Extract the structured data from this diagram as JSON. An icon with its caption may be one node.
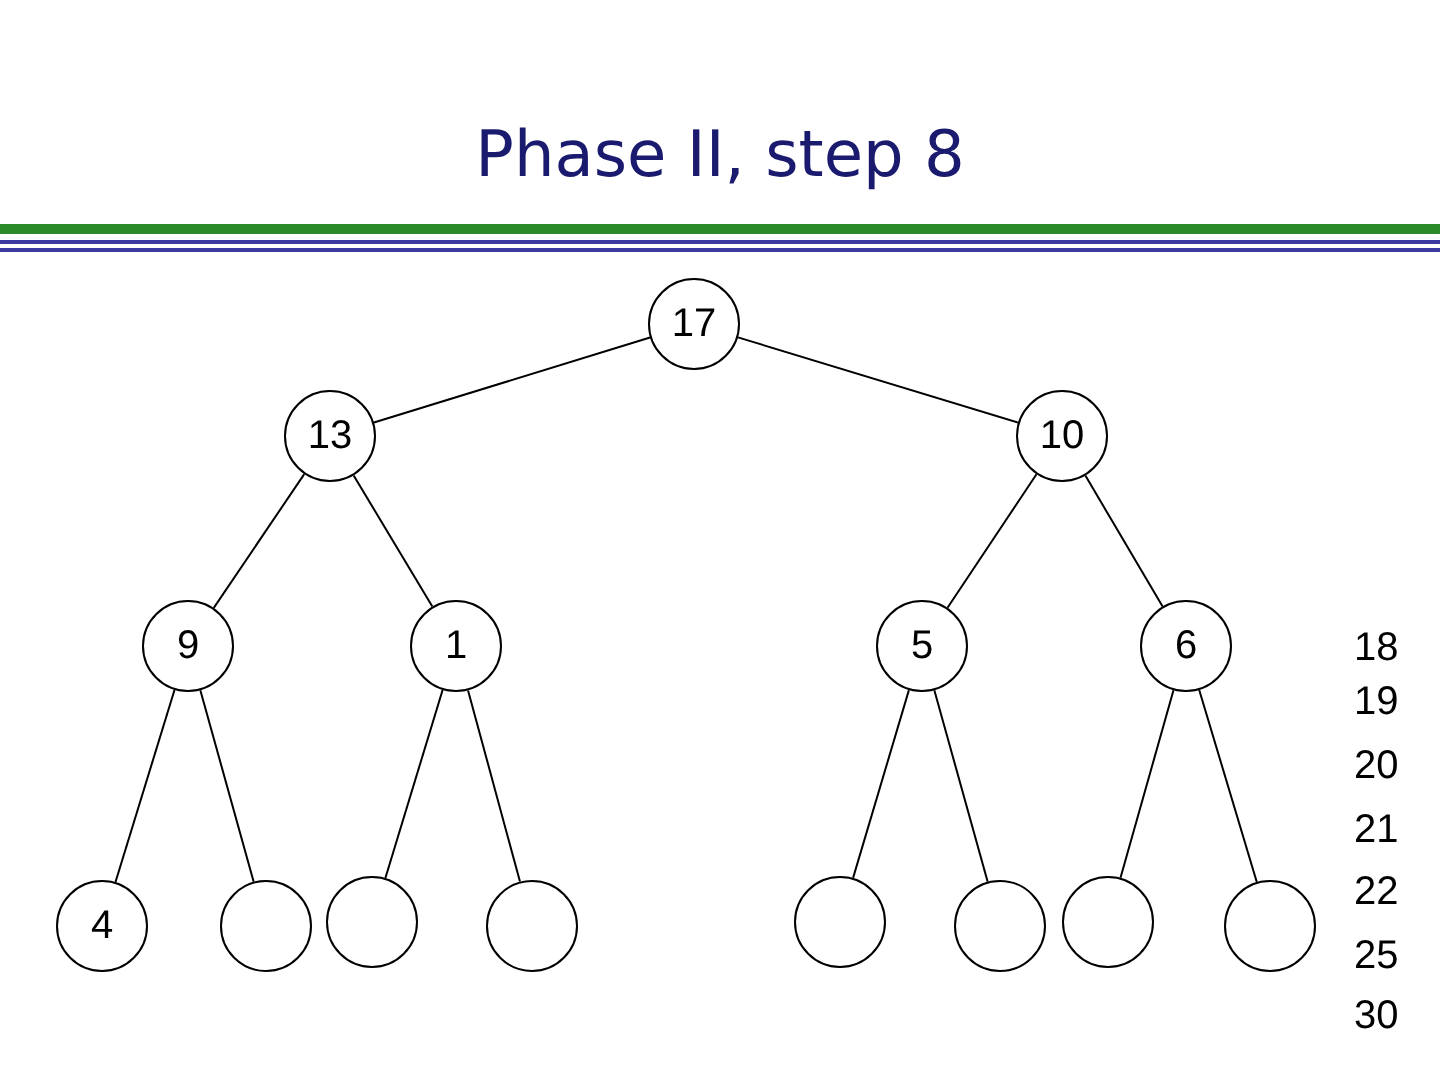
{
  "diagram": {
    "title": "Phase II, step 8",
    "nodes": [
      {
        "text": [
          "17"
        ]
      },
      {
        "text": [
          "13"
        ]
      },
      {
        "text": [
          "10"
        ]
      },
      {
        "text": [
          "9"
        ]
      },
      {
        "text": [
          "1"
        ]
      },
      {
        "text": [
          "5"
        ]
      },
      {
        "text": [
          "6"
        ]
      },
      {
        "text": [
          "4"
        ]
      },
      {
        "text": [],
        "shape": "circle"
      },
      {
        "text": [],
        "shape": "circle"
      },
      {
        "text": [],
        "shape": "circle"
      },
      {
        "text": [],
        "shape": "circle"
      },
      {
        "text": [],
        "shape": "circle"
      },
      {
        "text": [],
        "shape": "circle"
      },
      {
        "text": [],
        "shape": "circle"
      }
    ],
    "edges": [
      {
        "from": 0,
        "to": 1,
        "arrow": "none"
      },
      {
        "from": 0,
        "to": 2,
        "arrow": "none"
      },
      {
        "from": 1,
        "to": 3,
        "arrow": "none"
      },
      {
        "from": 1,
        "to": 4,
        "arrow": "none"
      },
      {
        "from": 2,
        "to": 5,
        "arrow": "none"
      },
      {
        "from": 2,
        "to": 6,
        "arrow": "none"
      },
      {
        "from": 3,
        "to": 7,
        "arrow": "none"
      },
      {
        "from": 3,
        "to": 8,
        "arrow": "none"
      },
      {
        "from": 4,
        "to": 9,
        "arrow": "none"
      },
      {
        "from": 4,
        "to": 10,
        "arrow": "none"
      },
      {
        "from": 5,
        "to": 11,
        "arrow": "none"
      },
      {
        "from": 5,
        "to": 12,
        "arrow": "none"
      },
      {
        "from": 6,
        "to": 13,
        "arrow": "none"
      },
      {
        "from": 6,
        "to": 14,
        "arrow": "none"
      }
    ],
    "labels": [
      "18",
      "19",
      "20",
      "21",
      "22",
      "25",
      "30"
    ]
  }
}
